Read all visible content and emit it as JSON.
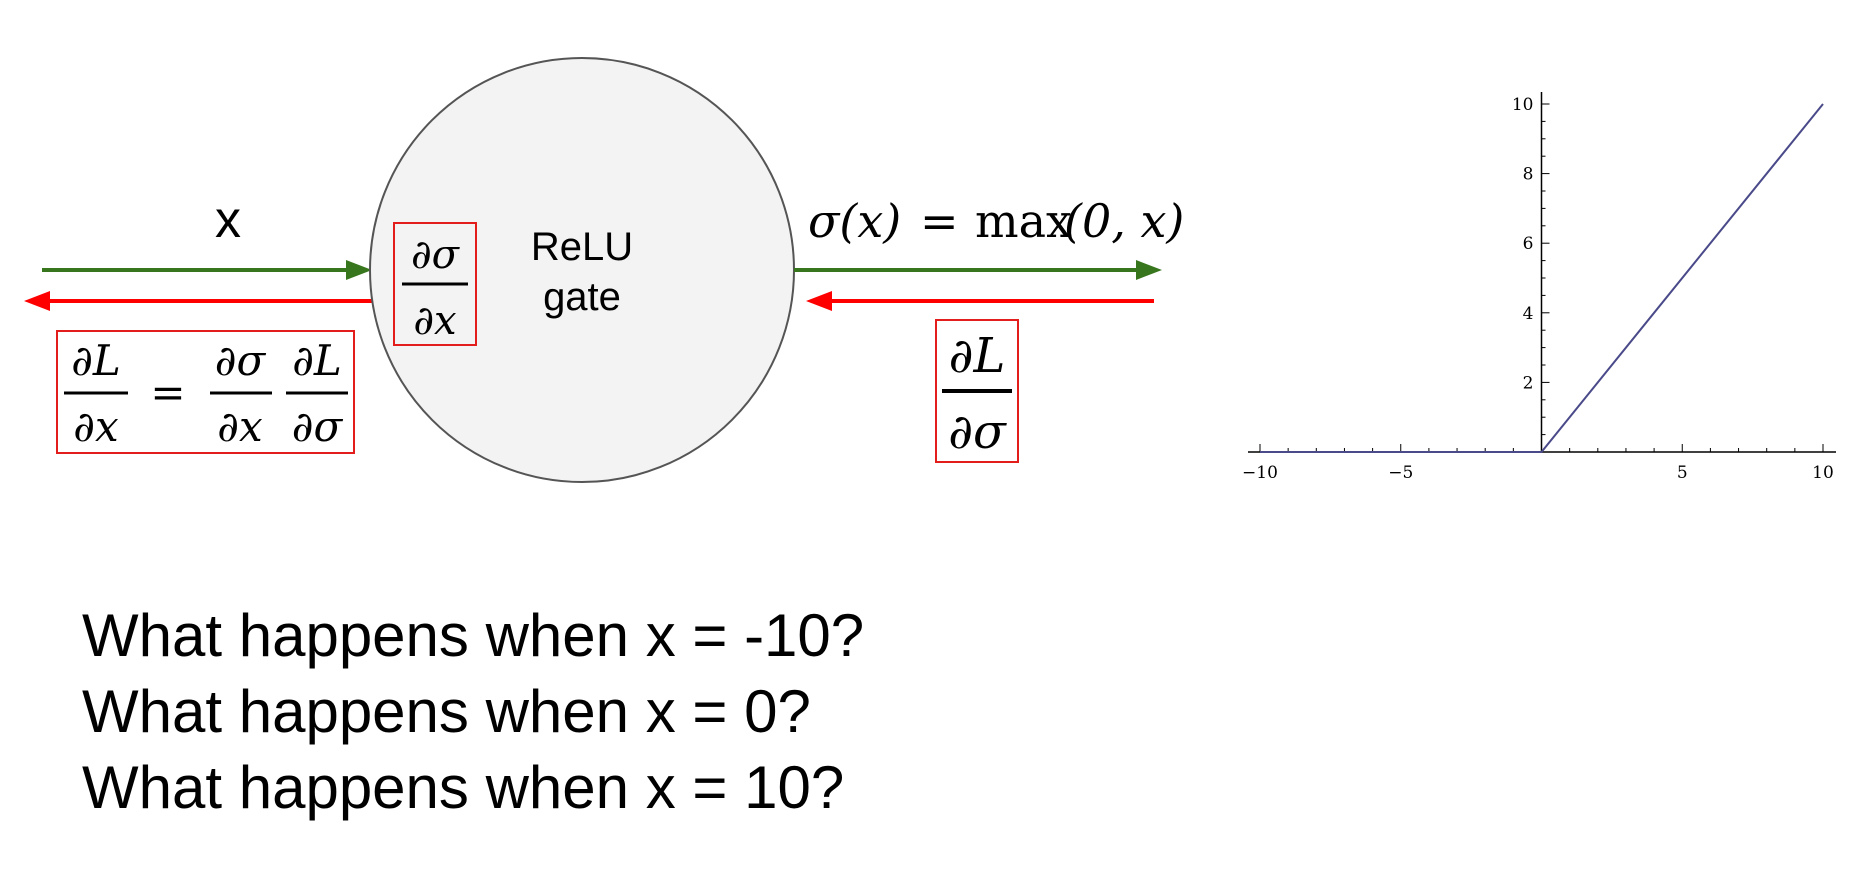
{
  "diagram": {
    "input_label": "x",
    "gate_label_line1": "ReLU",
    "gate_label_line2": "gate",
    "local_gradient": {
      "numerator": "∂σ",
      "denominator": "∂x"
    },
    "output_formula": {
      "lhs": "σ(x)",
      "equals": "=",
      "rhs_fn": "max",
      "rhs_args": "(0, x)"
    },
    "upstream_gradient": {
      "numerator": "∂L",
      "denominator": "∂σ"
    },
    "chain_rule": {
      "lhs_num": "∂L",
      "lhs_den": "∂x",
      "equals": "=",
      "f1_num": "∂σ",
      "f1_den": "∂x",
      "f2_num": "∂L",
      "f2_den": "∂σ"
    },
    "colors": {
      "forward_arrow": "#38761d",
      "backward_arrow": "#ff0000",
      "box_border": "#e31c1c",
      "gate_fill": "#f3f3f3",
      "gate_stroke": "#555555"
    }
  },
  "chart_data": {
    "type": "line",
    "x": [
      -10,
      0,
      10
    ],
    "values": [
      0,
      0,
      10
    ],
    "xlim": [
      -10,
      10
    ],
    "ylim": [
      0,
      10
    ],
    "x_ticks": [
      -10,
      -5,
      5,
      10
    ],
    "x_tick_labels": [
      "−10",
      "−5",
      "5",
      "10"
    ],
    "y_ticks": [
      2,
      4,
      6,
      8,
      10
    ],
    "y_tick_labels": [
      "2",
      "4",
      "6",
      "8",
      "10"
    ],
    "grid": false,
    "line_color": "#4a4a8a"
  },
  "questions": [
    "What happens when x = -10?",
    "What happens when x = 0?",
    "What happens when x = 10?"
  ]
}
